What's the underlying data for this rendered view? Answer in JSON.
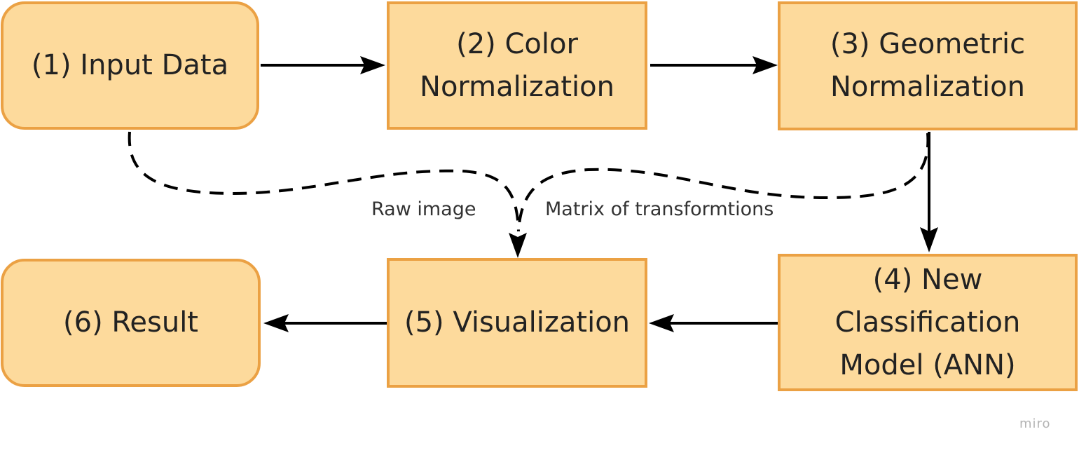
{
  "nodes": {
    "input_data": "(1) Input Data",
    "color_normalization": "(2) Color\nNormalization",
    "geometric_normalization": "(3) Geometric\nNormalization",
    "classification_model": "(4) New\nClassification\nModel (ANN)",
    "visualization": "(5) Visualization",
    "result": "(6) Result"
  },
  "edge_labels": {
    "raw_image": "Raw image",
    "matrix": "Matrix of transformtions"
  },
  "watermark": "miro",
  "colors": {
    "node_fill": "#fdda9c",
    "node_border": "#eba144",
    "edge": "#000000"
  }
}
